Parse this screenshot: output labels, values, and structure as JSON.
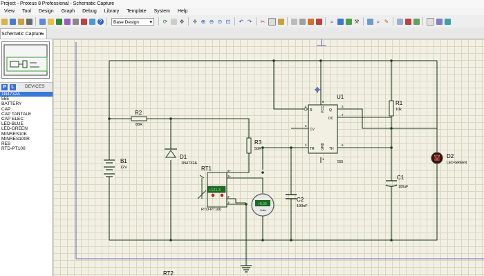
{
  "window": {
    "title": "Project - Proteus 8 Professional - Schematic Capture"
  },
  "menu": [
    "View",
    "Tool",
    "Design",
    "Graph",
    "Debug",
    "Library",
    "Template",
    "System",
    "Help"
  ],
  "toolbar": {
    "combo_value": "Base Design"
  },
  "tab": {
    "label": "Schematic Capture",
    "close": "×"
  },
  "device_panel": {
    "p_button": "P",
    "l_button": "L",
    "header": "DEVICES",
    "items": [
      "1N4732A",
      "555",
      "BATTERY",
      "CAP",
      "CAP TANTALE",
      "CAP ELEC",
      "LED-BLUE",
      "LED-GREEN",
      "MINRES10K",
      "MINRES100R",
      "RES",
      "RTD-PT100"
    ],
    "selected_index": 0
  },
  "schematic": {
    "components": {
      "b1": {
        "ref": "B1",
        "value": "12V"
      },
      "r2": {
        "ref": "R2",
        "value": "88R"
      },
      "d1": {
        "ref": "D1",
        "value": "1N4732A"
      },
      "r3": {
        "ref": "R3",
        "value": "50R"
      },
      "rt1": {
        "ref": "RT1",
        "value": "RTD-PT100",
        "display": "+121.3",
        "pin_plus1": "5+",
        "pin_plus2": "3+",
        "pin_minus1": "2-",
        "pin_minus2": "1-"
      },
      "voltmeter": {
        "unit": "Volts"
      },
      "c2": {
        "ref": "C2",
        "value": "100nF"
      },
      "u1": {
        "ref": "U1",
        "value": "555",
        "pins": {
          "r": "R",
          "vcc": "VCC",
          "q": "Q",
          "dc": "DC",
          "cv": "CV",
          "tr": "TR",
          "gnd": "GND",
          "th": "TH"
        },
        "pin_numbers": {
          "r": "4",
          "vcc": "8",
          "q": "3",
          "dc": "7",
          "cv": "5",
          "tr": "2",
          "gnd": "1",
          "th": "6"
        }
      },
      "r1": {
        "ref": "R1",
        "value": "10k"
      },
      "c1": {
        "ref": "C1",
        "value": "100uF"
      },
      "d2": {
        "ref": "D2",
        "value": "LED-GREEN"
      },
      "rt2_partial": {
        "ref": "RT2"
      }
    }
  }
}
